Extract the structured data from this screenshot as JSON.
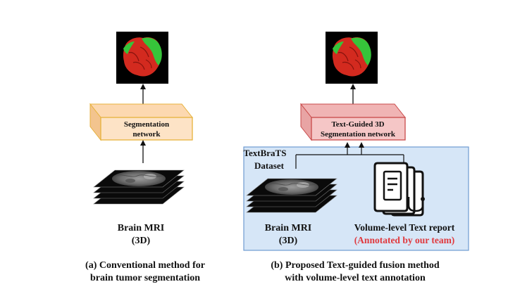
{
  "panel_a": {
    "box_label_line1": "Segmentation",
    "box_label_line2": "network",
    "input_label_line1": "Brain MRI",
    "input_label_line2": "(3D)",
    "caption_line1": "(a) Conventional method for",
    "caption_line2": "brain tumor segmentation"
  },
  "panel_b": {
    "box_label_line1": "Text-Guided 3D",
    "box_label_line2": "Segmentation network",
    "dataset_label_line1": "TextBraTS",
    "dataset_label_line2": "Dataset",
    "input_label_line1": "Brain MRI",
    "input_label_line2": "(3D)",
    "report_label": "Volume-level Text report",
    "annotation_label": "(Annotated by our team)",
    "caption_line1": "(b) Proposed Text-guided fusion method",
    "caption_line2": "with volume-level text annotation"
  },
  "colors": {
    "seg_box_fill": "#fde3c6",
    "seg_box_stroke": "#e7b23c",
    "text_box_fill": "#f5c6c6",
    "text_box_stroke": "#c94a4a",
    "dataset_bg": "#d6e6f7",
    "dataset_stroke": "#6f9bd1",
    "annotation_red": "#e0393e"
  },
  "icons": {
    "output": "tumor-segmentation-render-icon",
    "mri": "mri-slice-stack-icon",
    "report": "medical-report-stack-icon"
  }
}
